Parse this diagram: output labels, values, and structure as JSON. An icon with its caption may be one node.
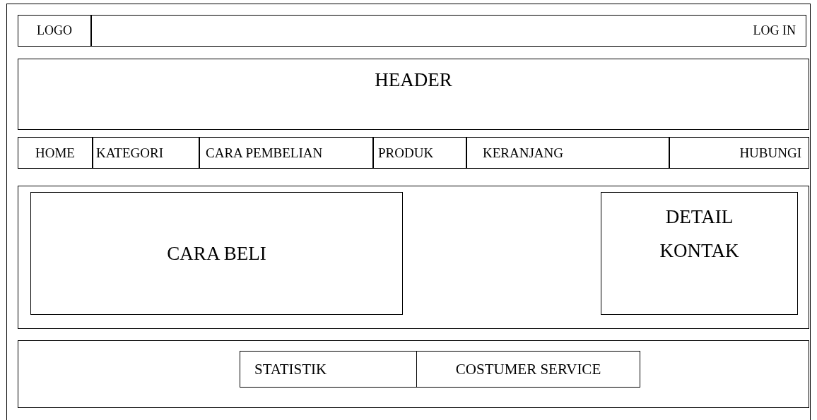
{
  "diagram": {
    "nodes": [
      {
        "text": [],
        "shape": "box"
      },
      {
        "text": [
          "LOGO"
        ],
        "in": 0
      },
      {
        "text": [
          "LOG IN"
        ],
        "in": 0
      },
      {
        "text": [
          "HEADER"
        ],
        "in": 0
      },
      {
        "text": [
          "HOME"
        ],
        "in": 0
      },
      {
        "text": [
          "KATEGORI"
        ],
        "in": 0
      },
      {
        "text": [
          "CARA PEMBELIAN"
        ],
        "in": 0
      },
      {
        "text": [
          "PRODUK"
        ],
        "in": 0
      },
      {
        "text": [
          "KERANJANG"
        ],
        "in": 0
      },
      {
        "text": [
          "HUBUNGI"
        ],
        "in": 0
      },
      {
        "text": [],
        "shape": "box",
        "in": 0
      },
      {
        "text": [
          "CARA BELI"
        ],
        "in": 10
      },
      {
        "text": [
          "DETAIL KONTAK"
        ],
        "in": 10
      },
      {
        "text": [],
        "shape": "box",
        "in": 0
      },
      {
        "text": [
          "STATISTIK"
        ],
        "in": 13
      },
      {
        "text": [
          "COSTUMER SERVICE"
        ],
        "in": 13
      }
    ],
    "edges": []
  }
}
